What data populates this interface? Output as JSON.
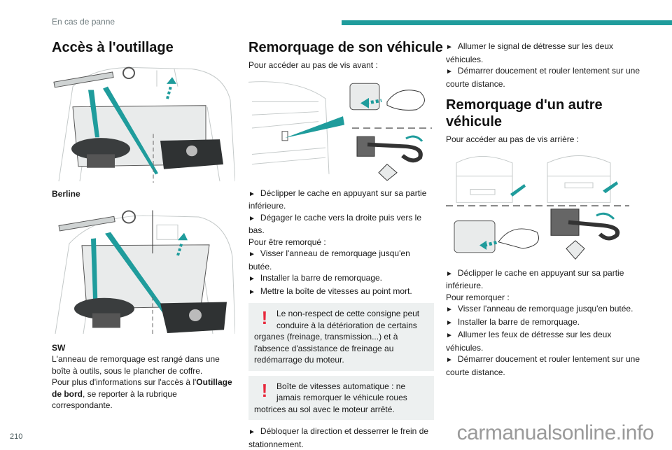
{
  "header": {
    "section": "En cas de panne",
    "accent_color": "#1f9c9c"
  },
  "col1": {
    "title": "Accès à l'outillage",
    "fig1_caption": "Berline",
    "fig2_caption": "SW",
    "para1": "L'anneau de remorquage est rangé dans une boîte à outils, sous le plancher de coffre.",
    "para2_pre": "Pour plus d'informations sur l'accès à l'",
    "para2_bold": "Outillage de bord",
    "para2_post": ", se reporter à la rubrique correspondante."
  },
  "col2": {
    "title": "Remorquage de son véhicule",
    "intro": "Pour accéder au pas de vis avant :",
    "steps_a": [
      "Déclipper le cache en appuyant sur sa partie inférieure.",
      "Dégager le cache vers la droite puis vers le bas."
    ],
    "sub": "Pour être remorqué :",
    "steps_b": [
      "Visser l'anneau de remorquage jusqu'en butée.",
      "Installer la barre de remorquage.",
      "Mettre la boîte de vitesses au point mort."
    ],
    "warn1": "Le non-respect de cette consigne peut conduire à la détérioration de certains organes (freinage, transmission...) et à l'absence d'assistance de freinage au redémarrage du moteur.",
    "warn2": "Boîte de vitesses automatique : ne jamais remorquer le véhicule roues motrices au sol avec le moteur arrêté.",
    "steps_c": [
      "Débloquer la direction et desserrer le frein de stationnement."
    ],
    "warn_color": "#e8283c"
  },
  "col3": {
    "steps_top": [
      "Allumer le signal de détresse sur les deux véhicules.",
      "Démarrer doucement et rouler lentement sur une courte distance."
    ],
    "title": "Remorquage d'un autre véhicule",
    "intro": "Pour accéder au pas de vis arrière :",
    "steps_a": [
      "Déclipper le cache en appuyant sur sa partie inférieure."
    ],
    "sub": "Pour remorquer :",
    "steps_b": [
      "Visser l'anneau de remorquage jusqu'en butée.",
      "Installer la barre de remorquage.",
      "Allumer les feux de détresse sur les deux véhicules.",
      "Démarrer doucement et rouler lentement sur une courte distance."
    ]
  },
  "footer": {
    "page_number": "210",
    "watermark": "carmanualsonline.info"
  }
}
